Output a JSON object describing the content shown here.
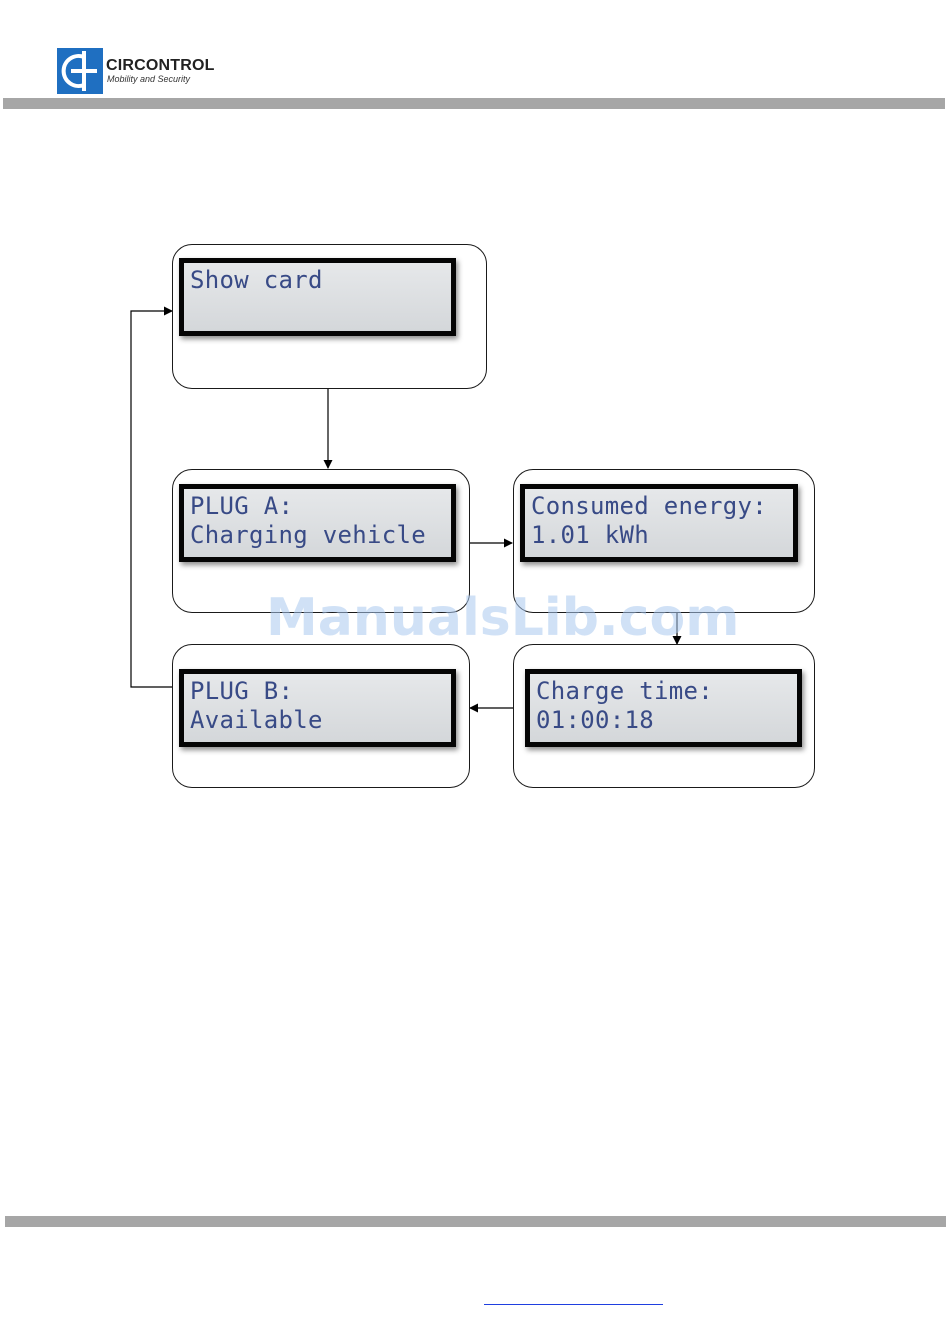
{
  "header": {
    "brand_name": "CIRCONTROL",
    "brand_tagline": "Mobility and Security",
    "brand_color": "#1f6fc1",
    "rule_color": "#a6a6a6"
  },
  "diagram": {
    "lcd_text_color": "#384a86",
    "screens": {
      "show_card": {
        "lines": [
          "Show card",
          ""
        ]
      },
      "plug_a": {
        "lines": [
          "PLUG A:",
          "Charging vehicle"
        ]
      },
      "consumed_energy": {
        "lines": [
          "Consumed energy:",
          "1.01 kWh"
        ]
      },
      "charge_time": {
        "lines": [
          "Charge time:",
          "01:00:18"
        ]
      },
      "plug_b": {
        "lines": [
          "PLUG B:",
          "Available"
        ]
      }
    }
  },
  "watermark": {
    "text": "ManualsLib.com"
  },
  "footer": {
    "link_text": ""
  }
}
